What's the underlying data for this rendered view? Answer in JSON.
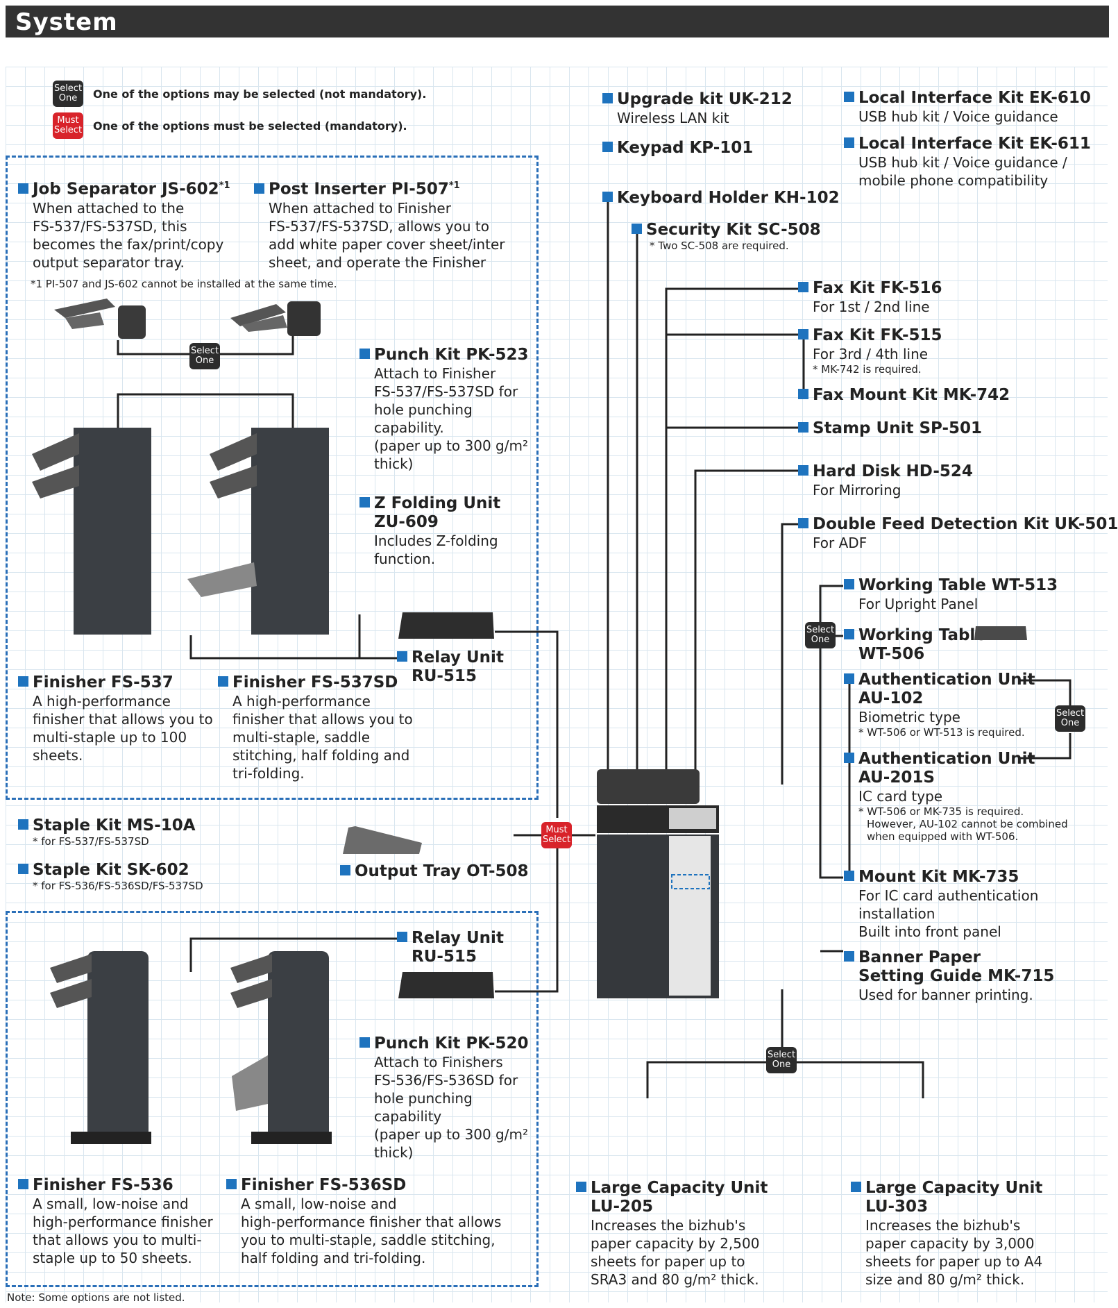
{
  "header": {
    "title": "System"
  },
  "legend": {
    "select_badge": [
      "Select",
      "One"
    ],
    "select_text": "One of the options may be selected (not mandatory).",
    "must_badge": [
      "Must",
      "Select"
    ],
    "must_text": "One of the options must be selected (mandatory)."
  },
  "options": {
    "js602": {
      "title": "Job Separator JS-602",
      "mark": "*1",
      "desc": [
        "When attached to the",
        "FS-537/FS-537SD, this",
        "becomes the fax/print/copy",
        "output separator tray."
      ]
    },
    "pi507": {
      "title": "Post Inserter PI-507",
      "mark": "*1",
      "desc": [
        "When attached to Finisher",
        "FS-537/FS-537SD, allows you to",
        "add white paper cover sheet/inter",
        "sheet, and operate the Finisher"
      ]
    },
    "pi_note": "*1 PI-507 and JS-602 cannot be installed at the same time.",
    "pk523": {
      "title": "Punch Kit PK-523",
      "desc": [
        "Attach to Finisher",
        "FS-537/FS-537SD for",
        "hole punching",
        "capability.",
        "(paper up to 300 g/m²",
        "thick)"
      ]
    },
    "zu609": {
      "title": [
        "Z Folding Unit",
        "ZU-609"
      ],
      "desc": [
        "Includes Z-folding",
        "function."
      ]
    },
    "ru515a": {
      "title": [
        "Relay Unit",
        "RU-515"
      ]
    },
    "fs537": {
      "title": "Finisher FS-537",
      "desc": [
        "A high-performance",
        "finisher that allows you to",
        "multi-staple up to 100",
        "sheets."
      ]
    },
    "fs537sd": {
      "title": "Finisher FS-537SD",
      "desc": [
        "A high-performance",
        "finisher that allows you to",
        "multi-staple, saddle",
        "stitching, half folding and",
        "tri-folding."
      ]
    },
    "ms10a": {
      "title": "Staple Kit MS-10A",
      "note": "* for FS-537/FS-537SD"
    },
    "sk602": {
      "title": "Staple Kit SK-602",
      "note": "* for FS-536/FS-536SD/FS-537SD"
    },
    "ot508": {
      "title": "Output Tray OT-508"
    },
    "ru515b": {
      "title": [
        "Relay Unit",
        "RU-515"
      ]
    },
    "pk520": {
      "title": "Punch Kit PK-520",
      "desc": [
        "Attach to Finishers",
        "FS-536/FS-536SD for",
        "hole punching",
        "capability",
        "(paper up to 300 g/m²",
        "thick)"
      ]
    },
    "fs536": {
      "title": "Finisher FS-536",
      "desc": [
        "A small, low-noise and",
        "high-performance finisher",
        "that allows you to multi-",
        "staple up to 50 sheets."
      ]
    },
    "fs536sd": {
      "title": "Finisher FS-536SD",
      "desc": [
        "A small, low-noise and",
        "high-performance finisher that allows",
        "you to multi-staple, saddle stitching,",
        "half folding and tri-folding."
      ]
    },
    "uk212": {
      "title": "Upgrade kit UK-212",
      "desc": [
        "Wireless LAN kit"
      ]
    },
    "kp101": {
      "title": "Keypad KP-101"
    },
    "kh102": {
      "title": "Keyboard Holder KH-102"
    },
    "sc508": {
      "title": "Security Kit SC-508",
      "note": "* Two SC-508 are required."
    },
    "ek610": {
      "title": "Local Interface Kit EK-610",
      "desc": [
        "USB hub kit / Voice guidance"
      ]
    },
    "ek611": {
      "title": "Local Interface Kit EK-611",
      "desc": [
        "USB hub kit / Voice guidance /",
        "mobile phone compatibility"
      ]
    },
    "fk516": {
      "title": "Fax Kit FK-516",
      "desc": [
        "For 1st / 2nd line"
      ]
    },
    "fk515": {
      "title": "Fax Kit FK-515",
      "desc": [
        "For 3rd / 4th line"
      ],
      "note": "* MK-742 is required."
    },
    "mk742": {
      "title": "Fax Mount Kit MK-742"
    },
    "sp501": {
      "title": "Stamp Unit SP-501"
    },
    "hd524": {
      "title": "Hard Disk HD-524",
      "desc": [
        "For Mirroring"
      ]
    },
    "uk501": {
      "title": "Double Feed Detection Kit UK-501",
      "desc": [
        "For ADF"
      ]
    },
    "wt513": {
      "title": "Working Table WT-513",
      "desc": [
        "For Upright Panel"
      ]
    },
    "wt506": {
      "title": [
        "Working Table",
        "WT-506"
      ]
    },
    "au102": {
      "title": [
        "Authentication Unit",
        "AU-102"
      ],
      "desc": [
        "Biometric type"
      ],
      "note": "* WT-506 or WT-513 is required."
    },
    "au201s": {
      "title": [
        "Authentication Unit",
        "AU-201S"
      ],
      "desc": [
        "IC card type"
      ],
      "note": [
        "* WT-506 or MK-735 is required.",
        "However, AU-102 cannot be combined",
        "when equipped with WT-506."
      ]
    },
    "mk735": {
      "title": "Mount Kit MK-735",
      "desc": [
        "For IC card authentication",
        "installation",
        "Built into front panel"
      ]
    },
    "mk715": {
      "title": [
        "Banner Paper",
        "Setting Guide MK-715"
      ],
      "desc": [
        "Used for banner printing."
      ]
    },
    "lu205": {
      "title": [
        "Large Capacity Unit",
        "LU-205"
      ],
      "desc": [
        "Increases the bizhub's",
        "paper capacity by 2,500",
        "sheets for paper up to",
        "SRA3 and 80 g/m² thick."
      ]
    },
    "lu303": {
      "title": [
        "Large Capacity Unit",
        "LU-303"
      ],
      "desc": [
        "Increases the bizhub's",
        "paper capacity by 3,000",
        "sheets for paper up to A4",
        "size and 80 g/m² thick."
      ]
    }
  },
  "footnote": "Note: Some options are not listed.",
  "colors": {
    "accent": "#1e73be",
    "dash": "#2a6fb8",
    "must": "#d8232a",
    "select": "#2c2c2c",
    "header": "#333333"
  }
}
